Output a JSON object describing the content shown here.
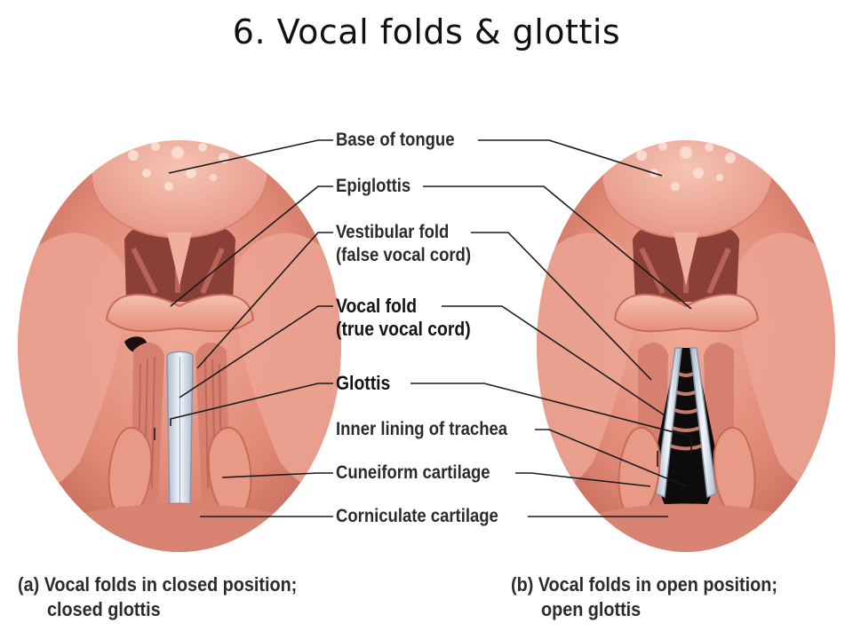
{
  "title": "6. Vocal folds & glottis",
  "labels": {
    "base_of_tongue": "Base of tongue",
    "epiglottis": "Epiglottis",
    "vestibular_fold_1": "Vestibular fold",
    "vestibular_fold_2": "(false vocal cord)",
    "vocal_fold_1": "Vocal fold",
    "vocal_fold_2": "(true vocal cord)",
    "glottis": "Glottis",
    "inner_lining": "Inner lining of trachea",
    "cuneiform": "Cuneiform cartilage",
    "corniculate": "Corniculate cartilage"
  },
  "captions": {
    "a_line1": "(a) Vocal folds in closed position;",
    "a_line2": "closed glottis",
    "b_line1": "(b) Vocal folds in open position;",
    "b_line2": "open glottis"
  },
  "colors": {
    "tissue_dark": "#c66a5a",
    "tissue_mid": "#e49583",
    "tissue_light": "#f3bba8",
    "vocal_cord": "#dde6f2",
    "airway": "#0e0b0b",
    "leader_line": "#1a1a1a"
  }
}
